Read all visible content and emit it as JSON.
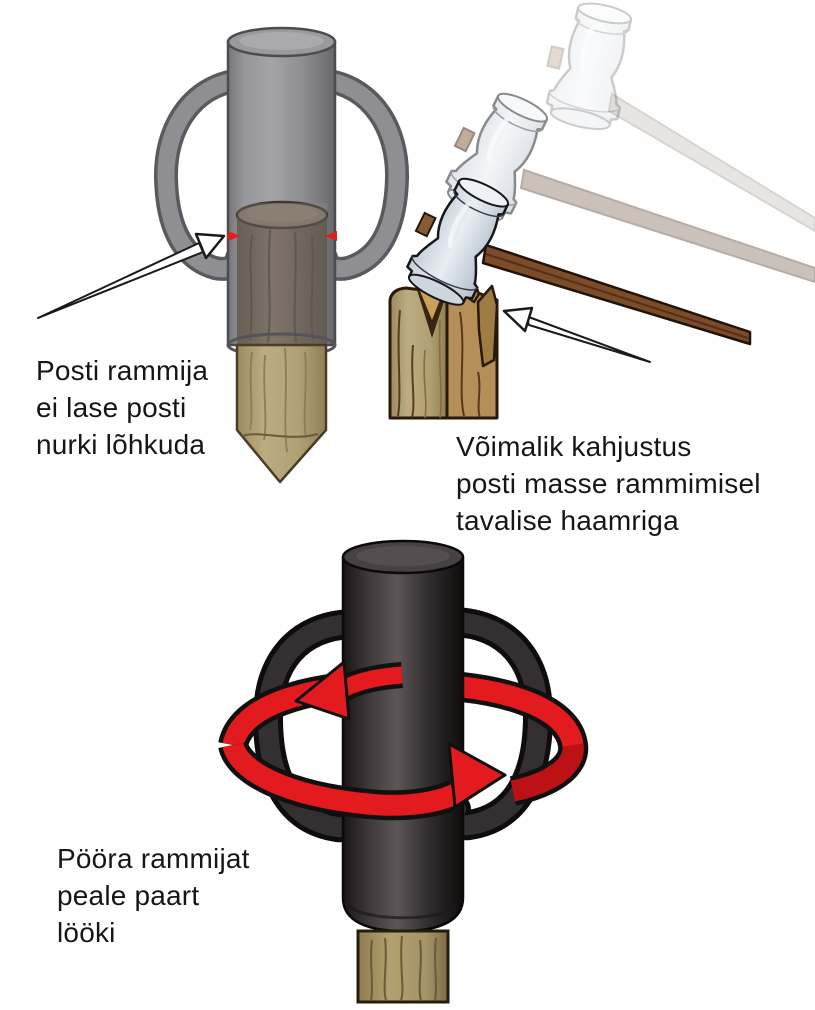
{
  "diagram": {
    "background": "#ffffff",
    "captions": {
      "left": {
        "lines": [
          "Posti rammija",
          "ei lase posti",
          "nurki lõhkuda"
        ]
      },
      "right": {
        "lines": [
          "Võimalik kahjustus",
          "posti masse rammimisel",
          "tavalise haamriga"
        ]
      },
      "bottom": {
        "lines": [
          "Pööra rammijat",
          "peale paart",
          "lööki"
        ]
      }
    },
    "colors": {
      "accent_red": "#e31b1e",
      "steel_gray": "#8f8f93",
      "dark_rammer": "#343031",
      "wood_light": "#b3a47a",
      "wood_warm": "#b68e58",
      "hammer_steel": "#dee5ec",
      "handle_brown": "#7c4b27",
      "text": "#161616"
    },
    "illustrations": [
      {
        "name": "post-driver-on-post"
      },
      {
        "name": "sledgehammer-splitting-post"
      },
      {
        "name": "rotating-post-driver"
      }
    ]
  }
}
